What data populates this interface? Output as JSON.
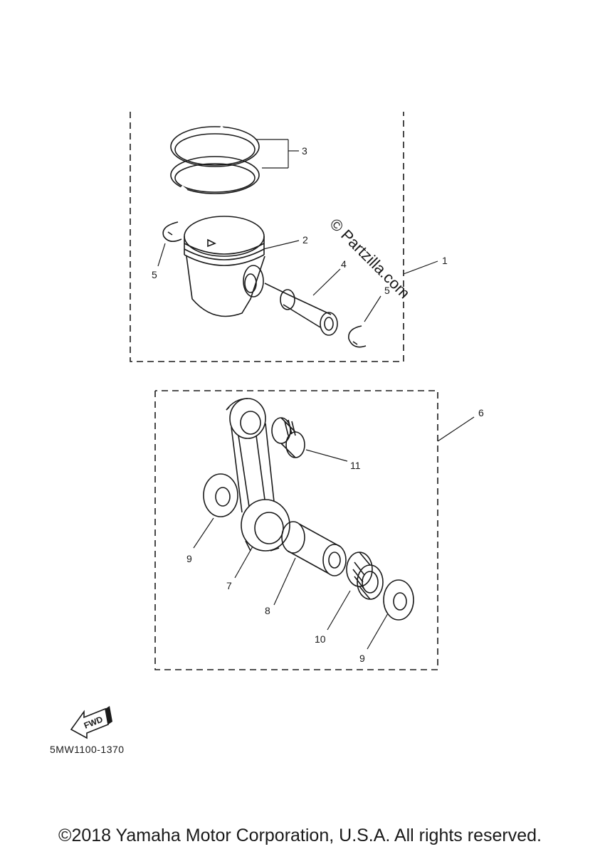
{
  "watermark": "© Partzilla.com",
  "callouts": [
    {
      "id": "c1",
      "label": "1"
    },
    {
      "id": "c2",
      "label": "2"
    },
    {
      "id": "c3",
      "label": "3"
    },
    {
      "id": "c4",
      "label": "4"
    },
    {
      "id": "c5a",
      "label": "5"
    },
    {
      "id": "c5b",
      "label": "5"
    },
    {
      "id": "c6",
      "label": "6"
    },
    {
      "id": "c7",
      "label": "7"
    },
    {
      "id": "c8",
      "label": "8"
    },
    {
      "id": "c9a",
      "label": "9"
    },
    {
      "id": "c9b",
      "label": "9"
    },
    {
      "id": "c10",
      "label": "10"
    },
    {
      "id": "c11",
      "label": "11"
    }
  ],
  "fwd_label": "FWD",
  "diagram_code": "5MW1100-1370",
  "copyright": "©2018 Yamaha Motor Corporation, U.S.A. All rights reserved."
}
